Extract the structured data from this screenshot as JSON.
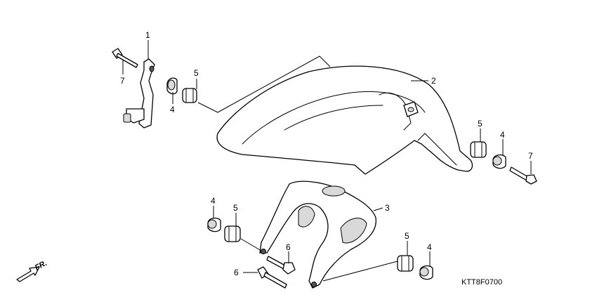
{
  "diagram": {
    "code": "KTT8F0700",
    "direction_label": "FR.",
    "callouts": [
      {
        "id": "c1",
        "label": "1"
      },
      {
        "id": "c2",
        "label": "2"
      },
      {
        "id": "c3",
        "label": "3"
      },
      {
        "id": "c4a",
        "label": "4"
      },
      {
        "id": "c4b",
        "label": "4"
      },
      {
        "id": "c4c",
        "label": "4"
      },
      {
        "id": "c4d",
        "label": "4"
      },
      {
        "id": "c5a",
        "label": "5"
      },
      {
        "id": "c5b",
        "label": "5"
      },
      {
        "id": "c5c",
        "label": "5"
      },
      {
        "id": "c5d",
        "label": "5"
      },
      {
        "id": "c6a",
        "label": "6"
      },
      {
        "id": "c6b",
        "label": "6"
      },
      {
        "id": "c7a",
        "label": "7"
      },
      {
        "id": "c7b",
        "label": "7"
      }
    ]
  }
}
